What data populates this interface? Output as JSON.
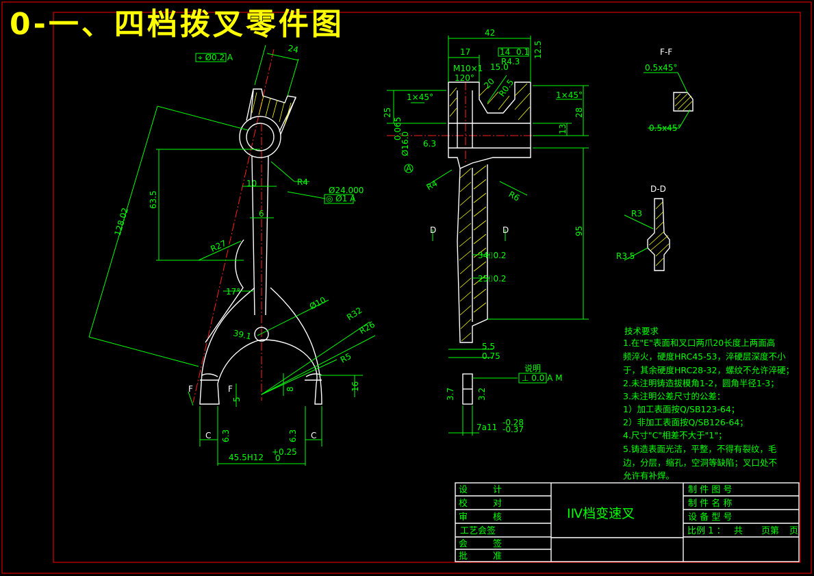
{
  "title": "0-一、四档拨叉零件图",
  "colors": {
    "background": "#000000",
    "frame": "#ff0000",
    "dimension": "#00ff00",
    "outline": "#ffffff",
    "title_text": "#ffff00",
    "hatch": "#ffff00"
  },
  "front_view": {
    "dims": {
      "d24": "24",
      "pos_tol": "⌖ Ø0.2 A",
      "r4": "R4",
      "d24000": "Ø24.000",
      "runout": "◎ Ø1 A",
      "d10": "10",
      "d6": "6",
      "d63_5": "63.5",
      "d128_02": "128.02",
      "r27": "R27",
      "d17deg": "17°",
      "d39_1": "39.1",
      "phi10": "Ø10",
      "r32": "R32",
      "r26": "R26",
      "r5": "R5",
      "d5": "5",
      "d8": "8",
      "d16": "16",
      "c_left": "C",
      "c_right": "C",
      "f_left": "F",
      "f_mid": "F",
      "rough1": "6.3",
      "rough2": "6.3",
      "d45_5": "45.5H12",
      "tol_plus": "+0.25",
      "tol_zero": "0"
    }
  },
  "side_view": {
    "dims": {
      "d42": "42",
      "d17": "17",
      "d14": "14",
      "t01": "0.1",
      "d12_5": "12.5",
      "m10": "M10×1",
      "d120": "120°",
      "d15": "15.0",
      "r4_3": "R4.3",
      "d20": "20",
      "r0_5": "R0.5",
      "c1x45_l": "1×45°",
      "c1x45_r": "1×45°",
      "d25": "25",
      "d28": "28",
      "d13": "13",
      "d065": "0.065",
      "d16_0": "Ø16.0",
      "r6_3": "6.3",
      "r4": "R4",
      "r6": "R6",
      "d_left": "D",
      "d_right": "D",
      "d95": "95",
      "f34": "34⌷0.2",
      "f25": "25⌷0.2",
      "d5_5": "5.5",
      "d0_75": "0.75",
      "perp": "⊥ 0.0 A M",
      "note": "说明",
      "d3_7": "3.7",
      "d3_2": "3.2",
      "d7a11": "7a11",
      "tol_u": "-0.28",
      "tol_l": "-0.37",
      "datum_a": "A"
    }
  },
  "section_ff": {
    "label": "F-F",
    "chamfer_top": "0.5x45°",
    "chamfer_bottom": "0.5x45°"
  },
  "section_dd": {
    "label": "D-D",
    "r3": "R3",
    "r3_5": "R3.5"
  },
  "requirements": {
    "heading": "技术要求",
    "lines": [
      "1.在\"E\"表面和叉口两爪20长度上两面高",
      "频淬火，硬度HRC45-53，淬硬层深度不小",
      "于，其余硬度HRC28-32，螺纹不允许淬硬；",
      "2.未注明铸造拔模角1-2，圆角半径1-3；",
      "3.未注明公差尺寸的公差：",
      "  1）加工表面按Q/SB123-64；",
      "  2）非加工表面按Q/SB126-64；",
      "4.尺寸\"C\"相差不大于\"1\"；",
      "5.铸造表面光洁，平整，不得有裂纹，毛",
      "边，分层，缩孔，空洞等缺陷；叉口处不",
      "允许有补焊。"
    ]
  },
  "title_block": {
    "left_rows": [
      {
        "a": "设",
        "b": "计"
      },
      {
        "a": "校",
        "b": "对"
      },
      {
        "a": "审",
        "b": "核"
      },
      {
        "a": "工艺会签",
        "b": ""
      },
      {
        "a": "会",
        "b": "签"
      },
      {
        "a": "批",
        "b": "准"
      }
    ],
    "part_name": "ⅠⅣ档变速叉",
    "right_rows": [
      "制 件 图 号",
      "制 件 名 称",
      "设 备 型 号"
    ],
    "scale_row": {
      "scale": "比例 1 ：",
      "sheet_a": "共",
      "sheet_b": "页第",
      "sheet_c": "页"
    }
  }
}
